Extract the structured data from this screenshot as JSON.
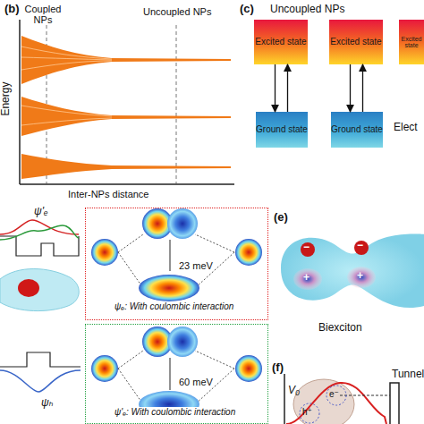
{
  "diagram": {
    "nodes": [
      {
        "text": [
          "Excited state"
        ]
      },
      {
        "text": [
          "Ground state"
        ]
      },
      {
        "text": [
          "Excited state"
        ]
      },
      {
        "text": [
          "Ground state"
        ]
      },
      {
        "text": [
          "Excited state"
        ]
      },
      {
        "text": [
          "23 meV",
          "ψₑ: With coulombic interaction"
        ]
      },
      {
        "text": [
          "60 meV",
          "ψ'ₑ: With coulombic interaction"
        ]
      }
    ],
    "edges": [
      {
        "from": 0,
        "to": 1,
        "arrow": "to"
      },
      {
        "from": 1,
        "to": 0,
        "arrow": "to"
      },
      {
        "from": 2,
        "to": 3,
        "arrow": "to"
      },
      {
        "from": 3,
        "to": 2,
        "arrow": "to"
      }
    ],
    "labels": [
      "(b)",
      "Coupled NPs",
      "Uncoupled NPs",
      "Energy",
      "Inter-NPs distance",
      "(c)",
      "Uncoupled NPs",
      "Elect",
      "ψ'ₑ",
      "ψₕ",
      "(e)",
      "Biexciton",
      "−",
      "−",
      "+",
      "+",
      "(f)",
      "V₀",
      "Tunnel",
      "h⁺",
      "e⁻"
    ]
  }
}
